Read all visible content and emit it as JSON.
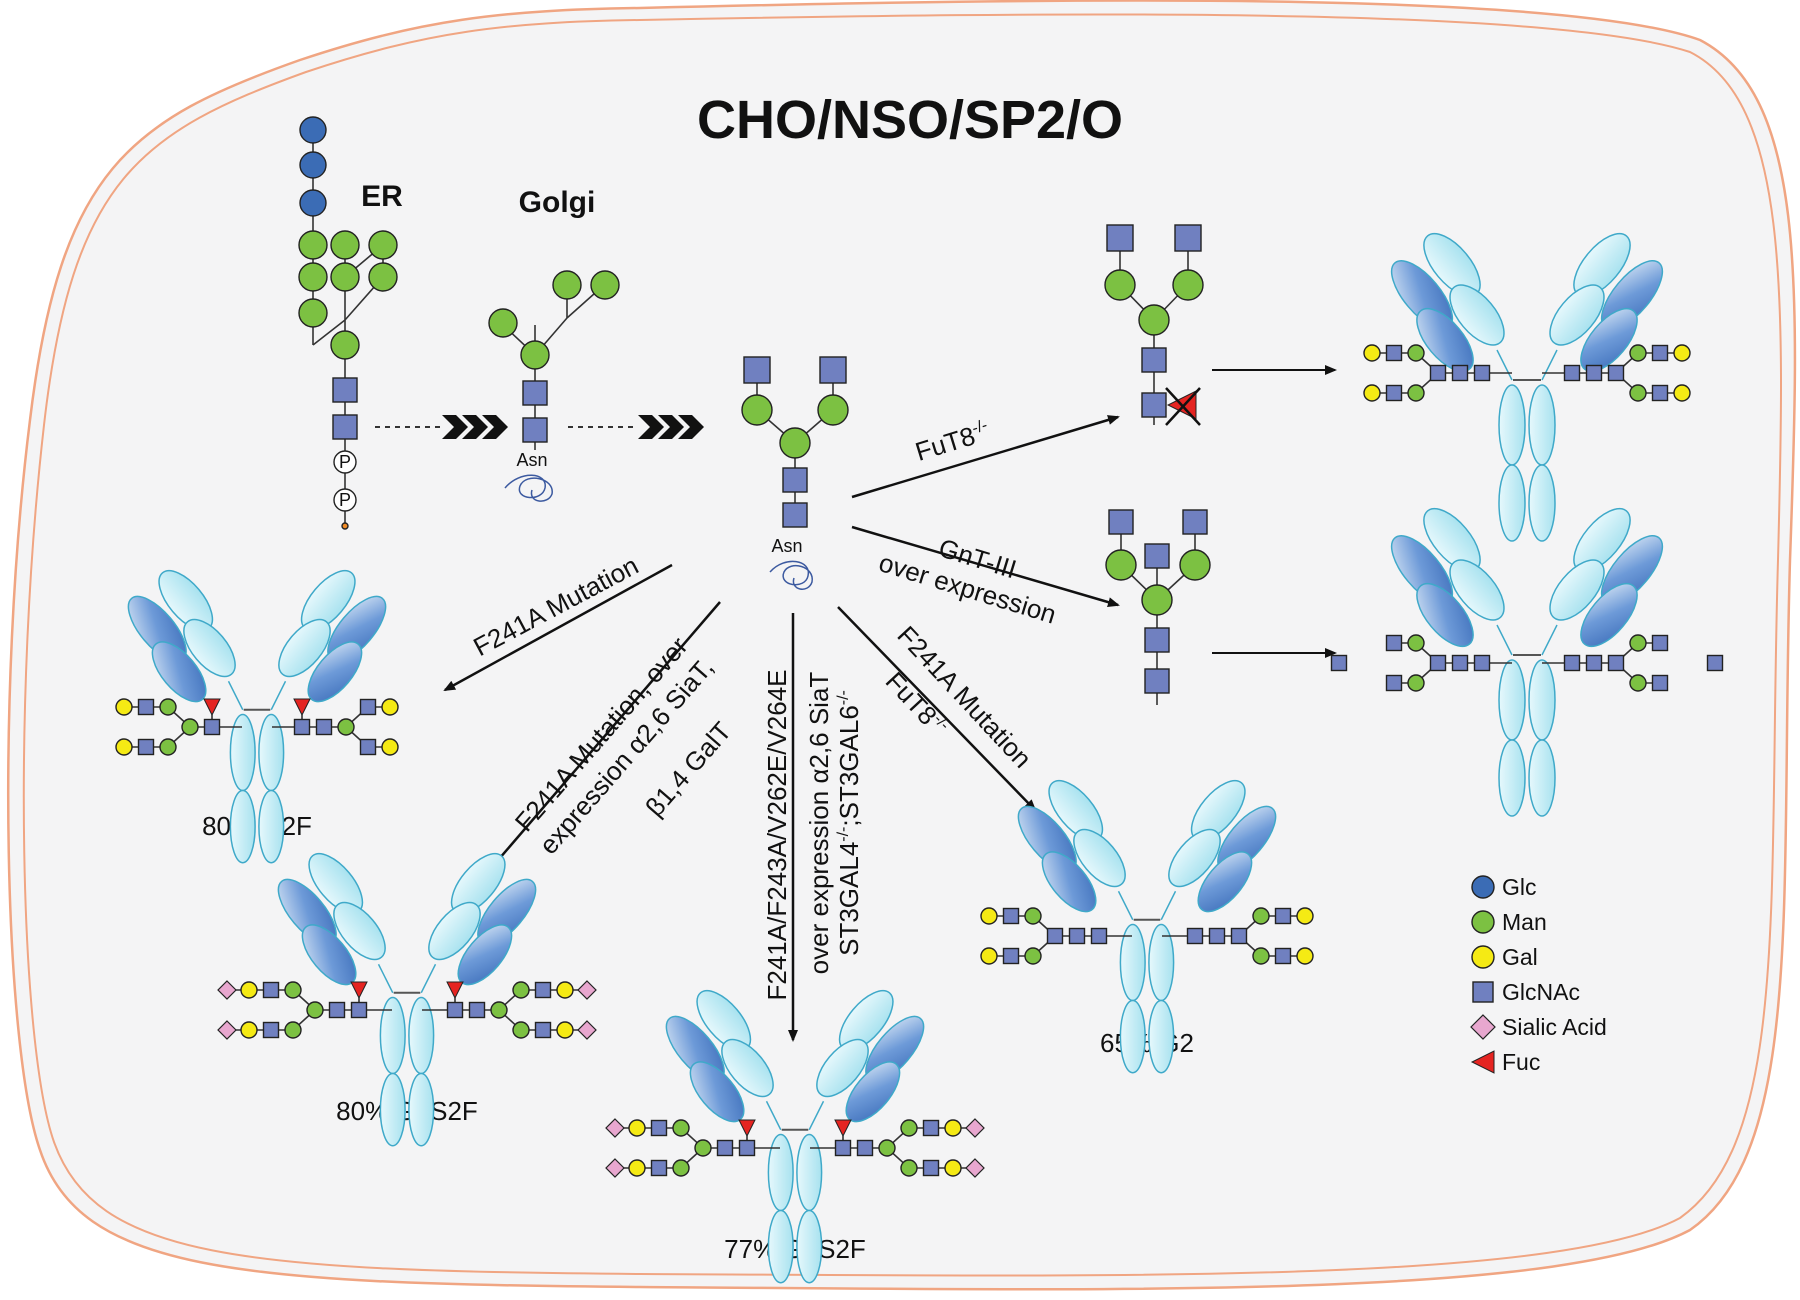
{
  "title": "CHO/NSO/SP2/O",
  "compartments": {
    "er": "ER",
    "golgi": "Golgi"
  },
  "residues": {
    "asn": "Asn",
    "phosphate": "P"
  },
  "pathways": {
    "fut8": "FuT8",
    "fut8_sup": "-/-",
    "gnt3_line1": "GnT-III",
    "gnt3_line2": "over expression",
    "f241a": "F241A Mutation",
    "f241a_over_line1": "F241A Mutation, over",
    "f241a_over_line2": "expression α2,6 SiaT,",
    "f241a_over_line3": "β1,4 GalT",
    "multi_line1": "F241A/F243A/V262E/V264E",
    "multi_line2": "over expression α2,6 SiaT",
    "multi_line3": "ST3GAL4",
    "multi_line3_sup": "-/-",
    "multi_line3b": ";ST3GAL6",
    "multi_line3b_sup": "-/-",
    "f241a_fut8_line1": "F241A Mutation",
    "f241a_fut8_line2": "FuT8",
    "f241a_fut8_line2_sup": "-/-"
  },
  "outcomes": {
    "g2f": "80% G2F",
    "g2s2f_left": "80% G2S2F",
    "g2s2f_center": "77% G2S2F",
    "g2": "65% G2"
  },
  "legend": [
    {
      "label": "Glc",
      "shape": "circle",
      "color": "#3b6cb5"
    },
    {
      "label": "Man",
      "shape": "circle",
      "color": "#7cc142"
    },
    {
      "label": "Gal",
      "shape": "circle",
      "color": "#f5ea14"
    },
    {
      "label": "GlcNAc",
      "shape": "square",
      "color": "#7080c0"
    },
    {
      "label": "Sialic Acid",
      "shape": "diamond",
      "color": "#e8a7cf"
    },
    {
      "label": "Fuc",
      "shape": "triangle",
      "color": "#e52421"
    }
  ],
  "colors": {
    "glc": "#3b6cb5",
    "man": "#7cc142",
    "gal": "#f5ea14",
    "glcnac": "#7080c0",
    "sia": "#e8a7cf",
    "fuc": "#e52421",
    "antibody": "#b5e8f2",
    "antibody_dark": "#4a80c8",
    "cell_border": "#f0a582",
    "cell_fill": "#f4f4f5"
  }
}
